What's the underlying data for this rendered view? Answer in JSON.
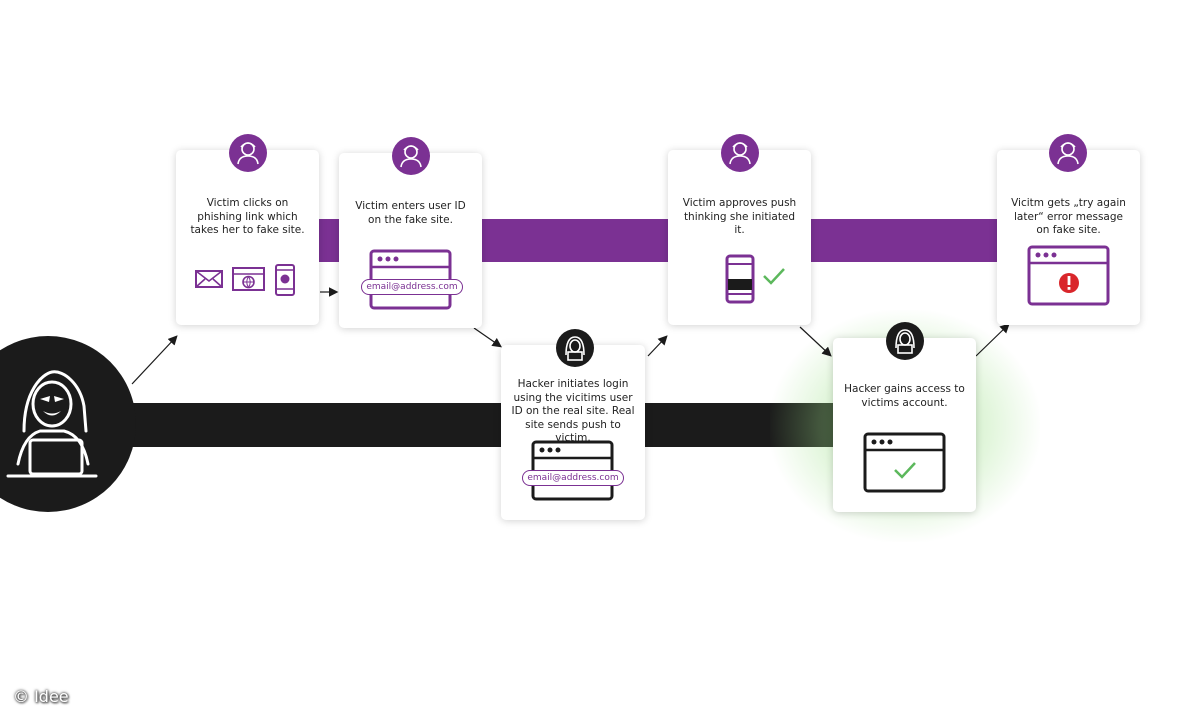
{
  "steps": [
    {
      "id": "1",
      "actor": "victim",
      "text": "Victim clicks on phishing link which takes her to fake site.",
      "icons": [
        "envelope-icon",
        "browser-globe-icon",
        "phone-chat-icon"
      ]
    },
    {
      "id": "2",
      "actor": "victim",
      "text": "Victim enters user ID on the fake site.",
      "email": "email@address.com"
    },
    {
      "id": "3",
      "actor": "hacker",
      "text": "Hacker initiates login using the vicitims user ID on the real site. Real site sends push to victim.",
      "email": "email@address.com"
    },
    {
      "id": "4",
      "actor": "victim",
      "text": "Victim approves push thinking she initiated it.",
      "icons": [
        "phone-icon",
        "checkmark-icon"
      ]
    },
    {
      "id": "5",
      "actor": "hacker",
      "text": "Hacker gains access to victims account.",
      "icons": [
        "browser-check-icon"
      ]
    },
    {
      "id": "6",
      "actor": "victim",
      "text": "Vicitm gets „try again later“ error message on fake site.",
      "icons": [
        "browser-error-icon"
      ]
    }
  ],
  "credit": "© Idee",
  "colors": {
    "victim": "#7b3193",
    "hacker": "#1b1b1b",
    "success": "#5cb85c",
    "error": "#d9262b",
    "glow": "#8fd47a"
  }
}
